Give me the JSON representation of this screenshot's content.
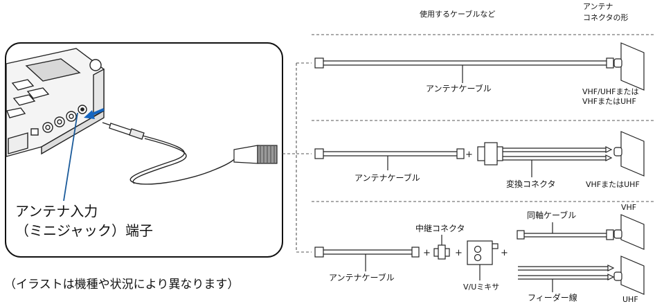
{
  "header": {
    "cables_label": "使用するケーブルなど",
    "connector_shape_label_line1": "アンテナ",
    "connector_shape_label_line2": "コネクタの形"
  },
  "callout": {
    "label_line1": "アンテナ入力",
    "label_line2": "（ミニジャック）端子"
  },
  "caption": "（イラストは機種や状況により異なります）",
  "rows": {
    "row1": {
      "cable_label": "アンテナケーブル",
      "shape_line1": "VHF/UHFまたは",
      "shape_line2": "VHFまたはUHF"
    },
    "row2": {
      "cable_label": "アンテナケーブル",
      "converter_label": "変換コネクタ",
      "shape_label": "VHFまたはUHF"
    },
    "row3": {
      "cable_label": "アンテナケーブル",
      "relay_label": "中継コネクタ",
      "mixer_label": "V/Uミキサ",
      "coax_label": "同軸ケーブル",
      "feeder_label": "フィーダー線",
      "shape_vhf": "VHF",
      "shape_uhf": "UHF"
    }
  },
  "colors": {
    "line": "#222222",
    "callout_line": "#1a5a9a",
    "arrow": "#1565c0",
    "dash": "#555555"
  }
}
